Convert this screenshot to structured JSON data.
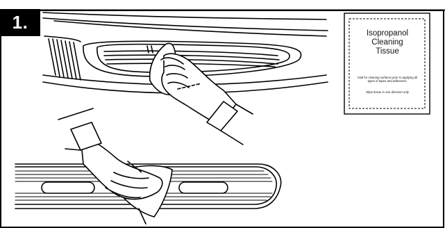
{
  "step": {
    "number": "1."
  },
  "tissue_packet": {
    "title_lines": [
      "Isopropanol",
      "Cleaning",
      "Tissue"
    ],
    "instruction": "Vital for cleaning surfaces prior to applying all types of tapes and adhesives.",
    "direction_note": "Wipe tissue in one direction only"
  },
  "colors": {
    "ink": "#111111",
    "badge_bg": "#000000",
    "badge_text": "#ffffff"
  }
}
